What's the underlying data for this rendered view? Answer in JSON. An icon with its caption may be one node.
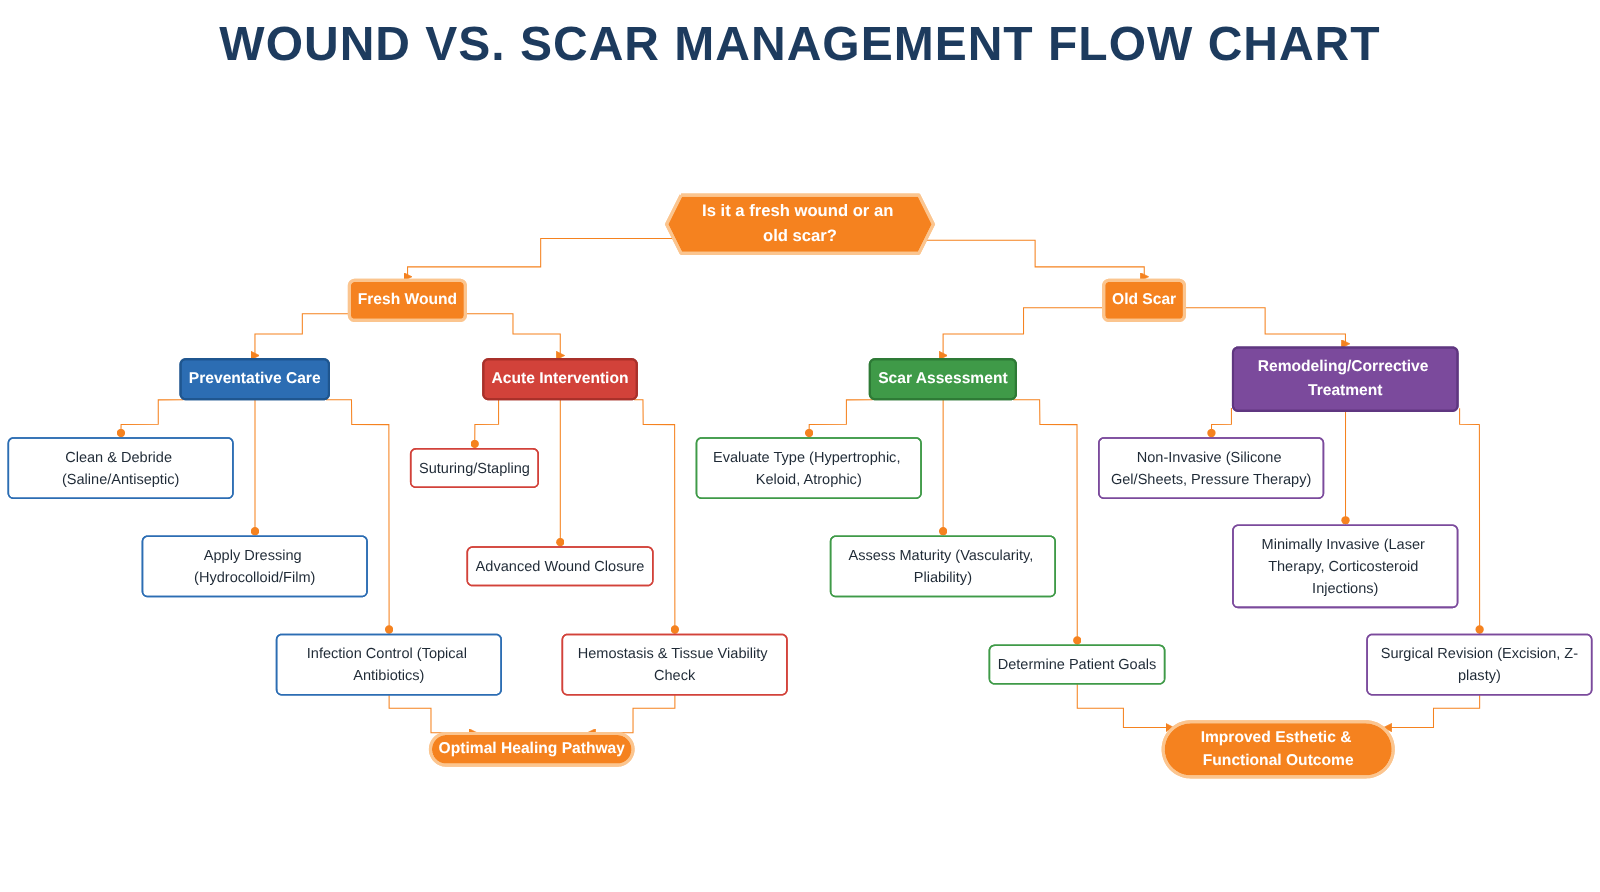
{
  "diagram": {
    "title": "WOUND VS. SCAR MANAGEMENT FLOW CHART",
    "nodes": [
      {
        "text": [
          "Is it a fresh wound or an old scar?"
        ]
      },
      {
        "text": [
          "Fresh Wound"
        ]
      },
      {
        "text": [
          "Old Scar"
        ]
      },
      {
        "text": [
          "Preventative Care"
        ]
      },
      {
        "text": [
          "Clean & Debride (Saline/Antiseptic)"
        ]
      },
      {
        "text": [
          "Apply Dressing (Hydrocolloid/Film)"
        ]
      },
      {
        "text": [
          "Infection Control (Topical Antibiotics)"
        ]
      },
      {
        "text": [
          "Acute Intervention"
        ]
      },
      {
        "text": [
          "Suturing/Stapling"
        ]
      },
      {
        "text": [
          "Advanced Wound Closure"
        ]
      },
      {
        "text": [
          "Hemostasis & Tissue Viability Check"
        ]
      },
      {
        "text": [
          "Scar Assessment"
        ]
      },
      {
        "text": [
          "Evaluate Type (Hypertrophic, Keloid, Atrophic)"
        ]
      },
      {
        "text": [
          "Assess Maturity (Vascularity, Pliability)"
        ]
      },
      {
        "text": [
          "Determine Patient Goals"
        ]
      },
      {
        "text": [
          "Remodeling/Corrective Treatment"
        ]
      },
      {
        "text": [
          "Non-Invasive (Silicone Gel/Sheets, Pressure Therapy)"
        ]
      },
      {
        "text": [
          "Minimally Invasive (Laser Therapy, Corticosteroid Injections)"
        ]
      },
      {
        "text": [
          "Surgical Revision (Excision, Z-plasty)"
        ]
      },
      {
        "text": [
          "Optimal Healing Pathway"
        ]
      },
      {
        "text": [
          "Improved Esthetic & Functional Outcome"
        ]
      }
    ],
    "edges": [
      {
        "from": 0,
        "to": 1,
        "arrow": "to"
      },
      {
        "from": 0,
        "to": 2,
        "arrow": "to"
      },
      {
        "from": 1,
        "to": 3,
        "arrow": "to"
      },
      {
        "from": 1,
        "to": 7,
        "arrow": "to"
      },
      {
        "from": 2,
        "to": 11,
        "arrow": "to"
      },
      {
        "from": 2,
        "to": 15,
        "arrow": "to"
      },
      {
        "from": 3,
        "to": 4,
        "arrow": "other"
      },
      {
        "from": 3,
        "to": 5,
        "arrow": "other"
      },
      {
        "from": 3,
        "to": 6,
        "arrow": "other"
      },
      {
        "from": 7,
        "to": 8,
        "arrow": "other"
      },
      {
        "from": 7,
        "to": 9,
        "arrow": "other"
      },
      {
        "from": 7,
        "to": 10,
        "arrow": "other"
      },
      {
        "from": 11,
        "to": 12,
        "arrow": "other"
      },
      {
        "from": 11,
        "to": 13,
        "arrow": "other"
      },
      {
        "from": 11,
        "to": 14,
        "arrow": "other"
      },
      {
        "from": 15,
        "to": 16,
        "arrow": "other"
      },
      {
        "from": 15,
        "to": 17,
        "arrow": "other"
      },
      {
        "from": 15,
        "to": 18,
        "arrow": "other"
      },
      {
        "from": 6,
        "to": 19,
        "arrow": "to"
      },
      {
        "from": 10,
        "to": 19,
        "arrow": "to"
      },
      {
        "from": 14,
        "to": 20,
        "arrow": "to"
      },
      {
        "from": 18,
        "to": 20,
        "arrow": "to"
      }
    ]
  }
}
